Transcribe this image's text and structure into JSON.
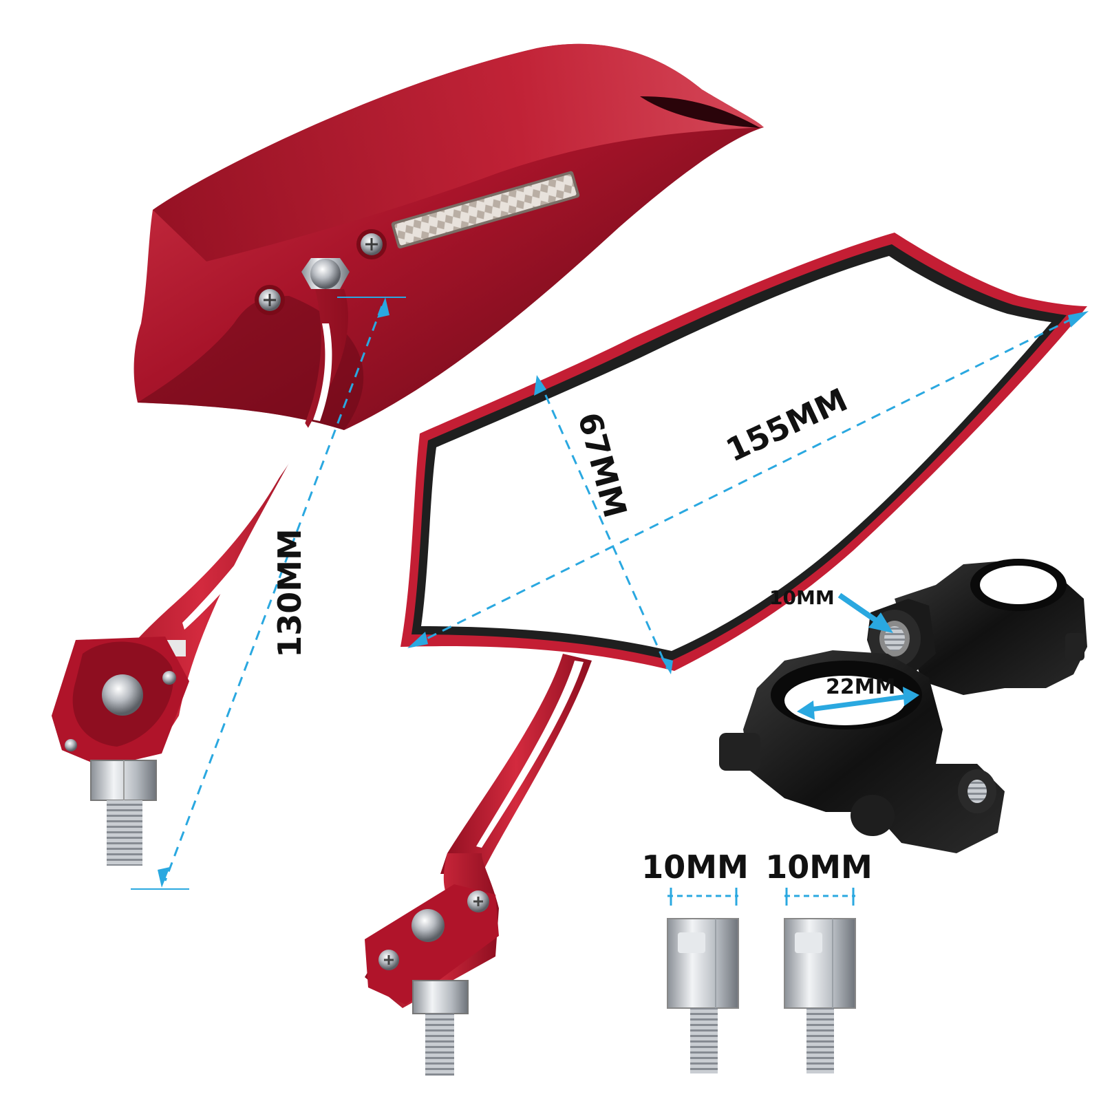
{
  "product": {
    "accent_red": "#b0142a",
    "dark_red": "#6e0a18",
    "highlight_red": "#d83a4c",
    "dimension_line_color": "#2aa8e0",
    "clamp_color": "#151515"
  },
  "dimensions": {
    "arm_length": "130MM",
    "mirror_height": "67MM",
    "mirror_width": "155MM",
    "clamp_thread": "10MM",
    "clamp_bore": "22MM",
    "adapter_left": "10MM",
    "adapter_right": "10MM"
  },
  "icons": [
    "mirror-back-shell",
    "reflector-strip",
    "mirror-glass-front",
    "mirror-arm",
    "handlebar-clamp",
    "thread-adapter"
  ]
}
